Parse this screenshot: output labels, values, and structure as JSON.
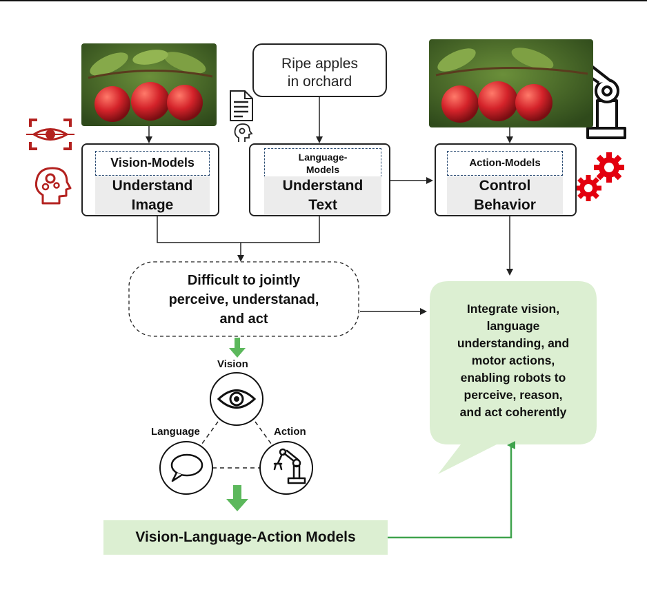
{
  "models": {
    "vision": {
      "title": "Vision-Models",
      "task_line1": "Understand",
      "task_line2": "Image"
    },
    "language": {
      "title_line1": "Language-",
      "title_line2": "Models",
      "task_line1": "Understand",
      "task_line2": "Text"
    },
    "action": {
      "title": "Action-Models",
      "task_line1": "Control",
      "task_line2": "Behavior"
    }
  },
  "prompt": {
    "line1": "Ripe apples",
    "line2": "in orchard"
  },
  "challenge": {
    "line1": "Difficult to jointly",
    "line2": "perceive, understanad,",
    "line3": "and act"
  },
  "solution": {
    "line1": "Integrate vision,",
    "line2": "language",
    "line3": "understanding, and",
    "line4": "motor actions,",
    "line5": "enabling robots to",
    "line6": "perceive, reason,",
    "line7": "and act coherently"
  },
  "triad": {
    "vision_label": "Vision",
    "language_label": "Language",
    "action_label": "Action"
  },
  "vla": {
    "label": "Vision-Language-Action Models"
  },
  "colors": {
    "icon_red": "#b3211f",
    "gear_red": "#e3000f",
    "green_fill": "#dcefd2",
    "green_arrow": "#5cb85c",
    "green_line": "#3fa34d",
    "dash_blue": "#2b4c73"
  },
  "icons": [
    "eye-scan-icon",
    "head-gears-icon",
    "document-icon",
    "head-gear-small-icon",
    "robot-arm-icon",
    "gears-icon",
    "eye-icon",
    "speech-bubble-icon",
    "robot-arm-small-icon"
  ]
}
